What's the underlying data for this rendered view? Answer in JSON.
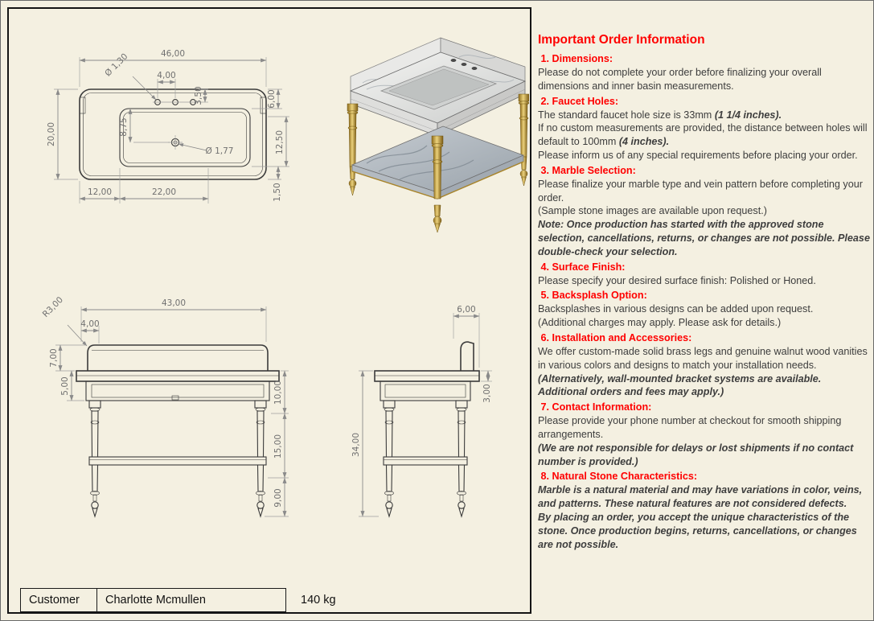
{
  "page": {
    "bg_color": "#f4f0e1",
    "accent_red": "#ff0000",
    "brass_color": "#c9a227",
    "marble_color": "#c9cdd1"
  },
  "title_block": {
    "customer_label": "Customer",
    "customer_name": "Charlotte Mcmullen",
    "weight": "140 kg"
  },
  "drawing": {
    "top_view": {
      "width": "46,00",
      "hole_diameter": "Ø 1,30",
      "hole_spacing": "4,00",
      "hole_offset": "3,50",
      "right_top": "6,00",
      "depth": "20,00",
      "basin_front": "8,75",
      "right_depth": "12,50",
      "drain_diameter": "Ø 1,77",
      "edge_gap": "1,50",
      "left_margin": "12,00",
      "basin_width": "22,00"
    },
    "front_view": {
      "radius": "R3,00",
      "width": "43,00",
      "offset": "4,00",
      "backsplash_height": "7,00",
      "apron_height": "5,00",
      "top_height": "10,00",
      "leg_upper": "15,00",
      "leg_lower": "9,00"
    },
    "side_view": {
      "depth_top": "6,00",
      "slab_thickness": "3,00",
      "total_height": "34,00"
    }
  },
  "info_panel": {
    "title": "Important Order Information",
    "sections": [
      {
        "heading": " 1. Dimensions:",
        "paragraphs": [
          {
            "runs": [
              {
                "t": "Please do not complete your order before finalizing your overall dimensions and inner basin measurements.",
                "s": "n"
              }
            ]
          }
        ]
      },
      {
        "heading": " 2. Faucet Holes:",
        "paragraphs": [
          {
            "runs": [
              {
                "t": "The standard faucet hole size is 33mm ",
                "s": "n"
              },
              {
                "t": "(1 1/4 inches).",
                "s": "bi"
              }
            ]
          },
          {
            "runs": [
              {
                "t": "If no custom measurements are provided, the distance between holes will default to 100mm ",
                "s": "n"
              },
              {
                "t": "(4 inches).",
                "s": "bi"
              }
            ]
          },
          {
            "runs": [
              {
                "t": "Please inform us of any special requirements before placing your order.",
                "s": "n"
              }
            ]
          }
        ]
      },
      {
        "heading": " 3. Marble Selection:",
        "paragraphs": [
          {
            "runs": [
              {
                "t": "Please finalize your marble type and vein pattern before completing your order.",
                "s": "n"
              }
            ]
          },
          {
            "runs": [
              {
                "t": "(Sample stone images are available upon request.)",
                "s": "n"
              }
            ]
          },
          {
            "runs": [
              {
                "t": "Note: Once production has started with the approved stone selection, cancellations, returns, or changes are not possible. Please double-check your selection.",
                "s": "bi"
              }
            ]
          }
        ]
      },
      {
        "heading": " 4. Surface Finish:",
        "paragraphs": [
          {
            "runs": [
              {
                "t": "Please specify your desired surface finish: Polished or Honed.",
                "s": "n"
              }
            ]
          }
        ]
      },
      {
        "heading": " 5. Backsplash Option:",
        "paragraphs": [
          {
            "runs": [
              {
                "t": "Backsplashes in various designs can be added upon request.",
                "s": "n"
              }
            ]
          },
          {
            "runs": [
              {
                "t": "(Additional charges may apply. Please ask for details.)",
                "s": "n"
              }
            ]
          }
        ]
      },
      {
        "heading": " 6. Installation and Accessories:",
        "paragraphs": [
          {
            "runs": [
              {
                "t": "We offer custom-made solid brass legs and genuine walnut wood vanities in various colors and designs to match your installation needs.",
                "s": "n"
              }
            ]
          },
          {
            "runs": [
              {
                "t": "(Alternatively, wall-mounted bracket systems are available. Additional orders and fees may apply.)",
                "s": "bi"
              }
            ]
          }
        ]
      },
      {
        "heading": " 7. Contact Information:",
        "paragraphs": [
          {
            "runs": [
              {
                "t": "Please provide your phone number at checkout for smooth shipping arrangements.",
                "s": "n"
              }
            ]
          },
          {
            "runs": [
              {
                "t": "(We are not responsible for delays or lost shipments if no contact number is provided.)",
                "s": "bi"
              }
            ]
          }
        ]
      },
      {
        "heading": " 8. Natural Stone Characteristics:",
        "paragraphs": [
          {
            "runs": [
              {
                "t": "Marble is a natural material and may have variations in color, veins, and patterns. These natural features are not considered defects.",
                "s": "bi"
              }
            ]
          },
          {
            "runs": [
              {
                "t": "By placing an order, you accept the unique characteristics of the stone. Once production begins, returns, cancellations, or changes are not possible.",
                "s": "bi"
              }
            ]
          }
        ]
      }
    ]
  }
}
